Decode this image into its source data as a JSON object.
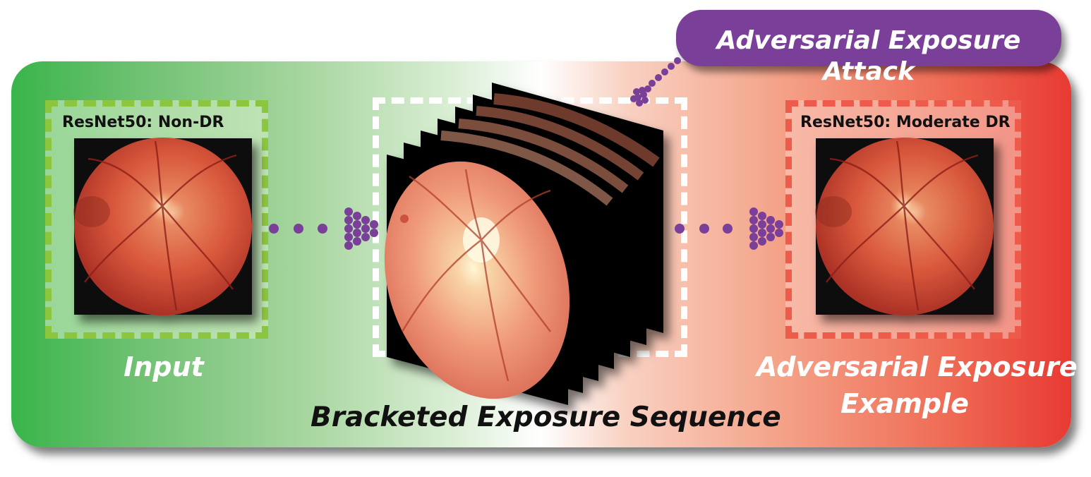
{
  "attack": {
    "label": "Adversarial Exposure Attack"
  },
  "input": {
    "model_label": "ResNet50: Non-DR",
    "caption": "Input"
  },
  "sequence": {
    "caption": "Bracketed Exposure Sequence"
  },
  "output": {
    "model_label": "ResNet50: Moderate DR",
    "caption_line1": "Adversarial Exposure",
    "caption_line2": "Example"
  },
  "colors": {
    "green": "#39b54a",
    "red": "#e83a33",
    "purple": "#7a3f98",
    "input_border": "#8cc63f",
    "output_border": "#ef5b4b"
  },
  "icons": [
    "fundus-image",
    "dotted-arrow-icon"
  ]
}
